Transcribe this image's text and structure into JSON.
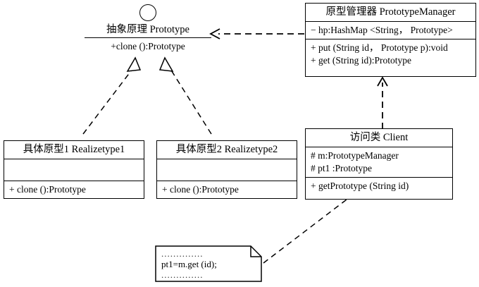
{
  "diagram": {
    "title": "Prototype pattern UML class diagram",
    "background": "#ffffff",
    "line_color": "#000000"
  },
  "interface_prototype": {
    "icon": "interface-circle-icon",
    "title": "抽象原理  Prototype",
    "method": "+clone ():Prototype"
  },
  "class_prototype_manager": {
    "title": "原型管理器  PrototypeManager",
    "attributes": [
      "− hp:HashMap <String， Prototype>"
    ],
    "methods": [
      "+ put (String id， Prototype p):void",
      "+ get (String id):Prototype"
    ]
  },
  "class_realizetype1": {
    "title": "具体原型1 Realizetype1",
    "attributes": [],
    "methods": [
      "+ clone ():Prototype"
    ]
  },
  "class_realizetype2": {
    "title": "具体原型2 Realizetype2",
    "attributes": [],
    "methods": [
      "+ clone ():Prototype"
    ]
  },
  "class_client": {
    "title": "访问类  Client",
    "attributes": [
      "# m:PrototypeManager",
      "# pt1 :Prototype"
    ],
    "methods": [
      "+ getPrototype (String id)"
    ]
  },
  "note": {
    "dots_top": "..............",
    "code": "pt1=m.get (id);",
    "dots_bottom": ".............."
  },
  "relationships": [
    {
      "name": "realization-realizetype1-to-prototype",
      "from": "class_realizetype1",
      "to": "interface_prototype",
      "style": "dashed",
      "arrowhead": "hollow-triangle"
    },
    {
      "name": "realization-realizetype2-to-prototype",
      "from": "class_realizetype2",
      "to": "interface_prototype",
      "style": "dashed",
      "arrowhead": "hollow-triangle"
    },
    {
      "name": "dependency-prototypemanager-to-prototype",
      "from": "class_prototype_manager",
      "to": "interface_prototype",
      "style": "dashed",
      "arrowhead": "open-arrow"
    },
    {
      "name": "dependency-client-to-prototypemanager",
      "from": "class_client",
      "to": "class_prototype_manager",
      "style": "dashed",
      "arrowhead": "open-arrow"
    },
    {
      "name": "note-anchor-client",
      "from": "note",
      "to": "class_client",
      "style": "dashed",
      "arrowhead": "none"
    }
  ]
}
